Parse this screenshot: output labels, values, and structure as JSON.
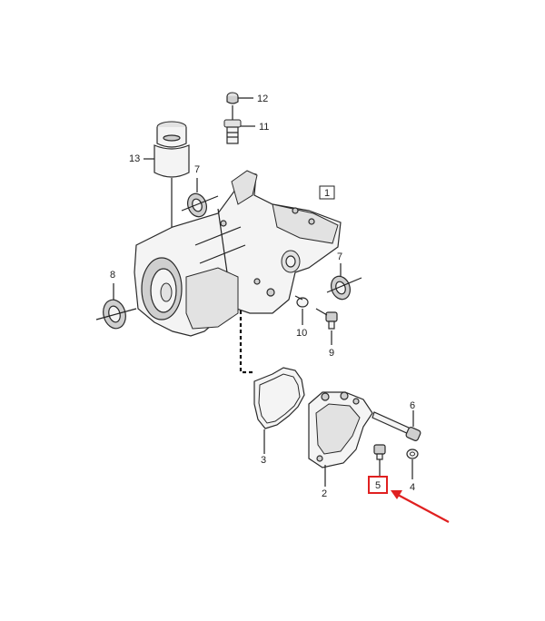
{
  "assembly_label": "1",
  "callouts": {
    "p2": "2",
    "p3": "3",
    "p4": "4",
    "p5": "5",
    "p6": "6",
    "p7a": "7",
    "p7b": "7",
    "p8": "8",
    "p9": "9",
    "p10": "10",
    "p11": "11",
    "p12": "12",
    "p13": "13"
  },
  "highlighted_part": "5",
  "colors": {
    "highlight": "#e02020",
    "line": "#222222"
  }
}
